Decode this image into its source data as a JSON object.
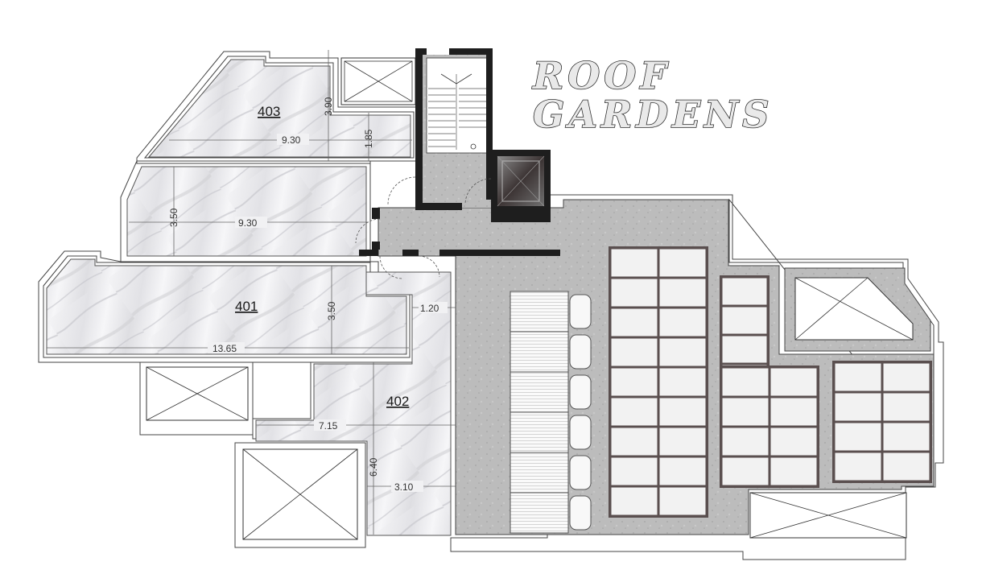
{
  "title": {
    "line1": "ROOF",
    "line2": "GARDENS"
  },
  "units": [
    {
      "id": "403",
      "label": "403"
    },
    {
      "id": "401",
      "label": "401"
    },
    {
      "id": "402",
      "label": "402"
    }
  ],
  "dimensions": {
    "d403_width": "9.30",
    "d403_depth": "3.90",
    "d403_small": "1.85",
    "d404_width": "9.30",
    "d404_depth": "3.50",
    "d401_width": "13.65",
    "d401_depth": "3.50",
    "d_gap": "1.20",
    "d402_width": "7.15",
    "d402_depth": "6.40",
    "d402_small": "3.10"
  },
  "colors": {
    "marble": "#ececee",
    "concrete": "#b9b9b9",
    "wall": "#1e1e1e",
    "panel": "#f2f2f2"
  }
}
